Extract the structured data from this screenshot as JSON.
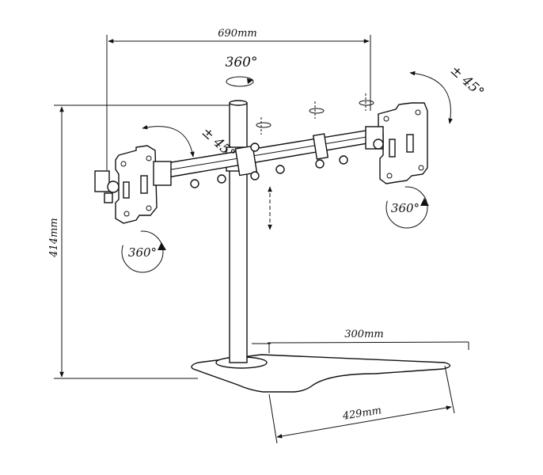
{
  "dimensions": {
    "width_label": "690mm",
    "height_label": "414mm",
    "base_depth_label": "300mm",
    "base_width_label": "429mm"
  },
  "annotations": {
    "pole_rotation": "360°",
    "left_tilt": "± 45°",
    "right_tilt": "± 45°",
    "left_rotation": "360°",
    "right_rotation": "360°"
  }
}
